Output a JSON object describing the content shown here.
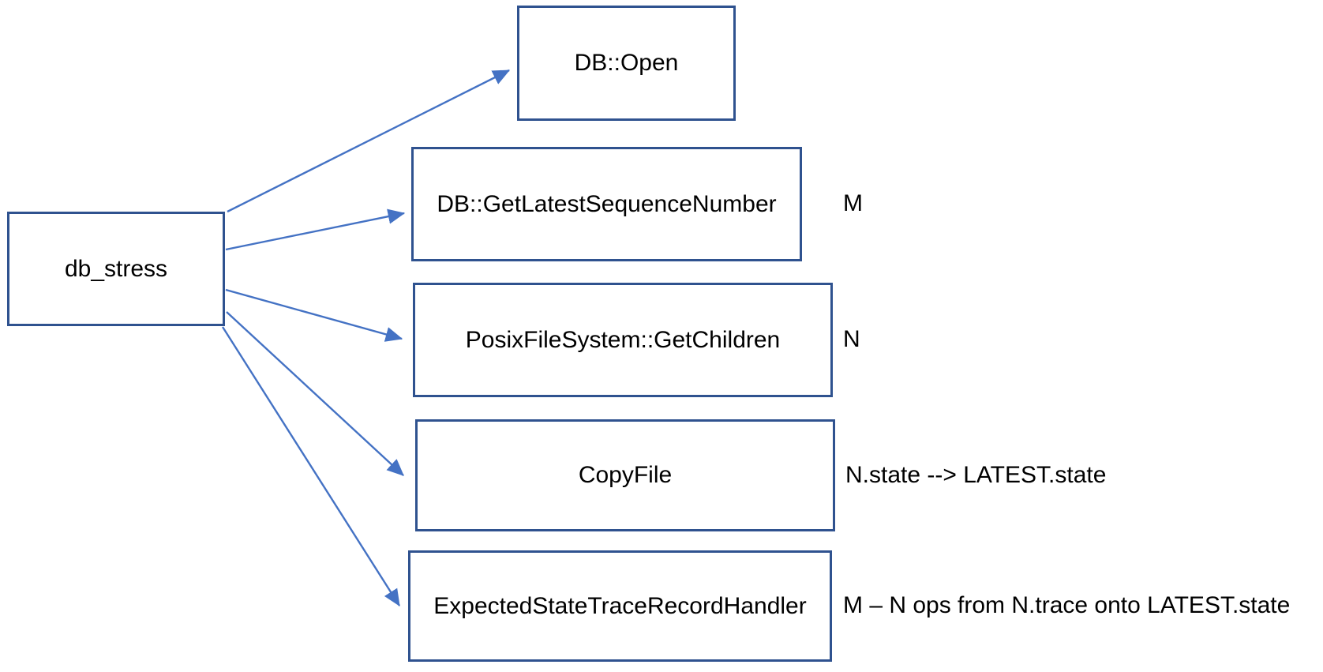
{
  "diagram": {
    "background": "#FFFFFF",
    "colors": {
      "box_border": "#2F528F",
      "arrow": "#4472C4",
      "text": "#000000"
    },
    "source": {
      "label": "db_stress"
    },
    "targets": [
      {
        "label": "DB::Open",
        "annotation": ""
      },
      {
        "label": "DB::GetLatestSequenceNumber",
        "annotation": "M"
      },
      {
        "label": "PosixFileSystem::GetChildren",
        "annotation": "N"
      },
      {
        "label": "CopyFile",
        "annotation": "N.state --> LATEST.state"
      },
      {
        "label": "ExpectedStateTraceRecordHandler",
        "annotation": "M – N ops from N.trace onto LATEST.state"
      }
    ],
    "connections": [
      {
        "from": "db_stress",
        "to": "DB::Open"
      },
      {
        "from": "db_stress",
        "to": "DB::GetLatestSequenceNumber"
      },
      {
        "from": "db_stress",
        "to": "PosixFileSystem::GetChildren"
      },
      {
        "from": "db_stress",
        "to": "CopyFile"
      },
      {
        "from": "db_stress",
        "to": "ExpectedStateTraceRecordHandler"
      }
    ]
  }
}
